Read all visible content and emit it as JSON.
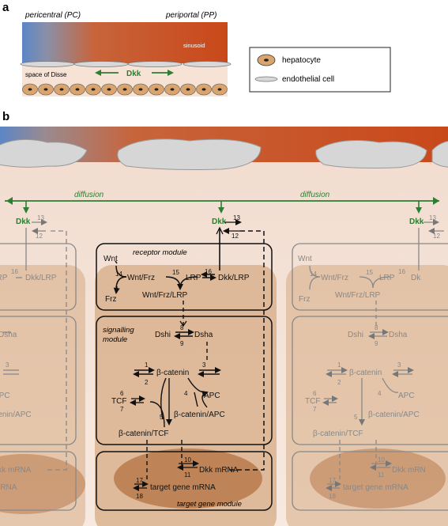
{
  "panel_a": {
    "label": "a",
    "pericentral": "pericentral (PC)",
    "periportal": "periportal (PP)",
    "sinusoid": "sinusoid",
    "space_of_disse": "space of Disse",
    "dkk": "Dkk",
    "legend": {
      "hepatocyte": "hepatocyte",
      "endothelial_cell": "endothelial cell"
    }
  },
  "panel_b": {
    "label": "b",
    "diffusion_left": "diffusion",
    "diffusion_right": "diffusion",
    "dkk_left": "Dkk",
    "dkk_center": "Dkk",
    "dkk_right": "Dkk",
    "receptor_module": "receptor module",
    "signalling_module_1": "signalling",
    "signalling_module_2": "module",
    "target_gene_module": "target gene module",
    "species": {
      "wnt": "Wnt",
      "frz": "Frz",
      "wnt_frz": "Wnt/Frz",
      "lrp": "LRP",
      "dkk_lrp": "Dkk/LRP",
      "wnt_frz_lrp": "Wnt/Frz/LRP",
      "dsh_i": "Dshi",
      "dsh_a": "Dsha",
      "beta_catenin": "β-catenin",
      "apc": "APC",
      "tcf": "TCF",
      "beta_catenin_apc": "β-catenin/APC",
      "beta_catenin_tcf": "β-catenin/TCF",
      "dkk_mrna": "Dkk mRNA",
      "target_gene_mrna": "target gene mRNA"
    },
    "left_partial": {
      "lrp": "LRP",
      "dkk_lrp": "Dkk/LRP",
      "dsh_a": "Dsha",
      "apc": "APC",
      "catenin_apc": "catenin/APC",
      "dkk_mrna": "Dkk mRNA",
      "mrna": "mRNA"
    },
    "right_partial": {
      "dkk_lrp": "Dk",
      "dkk_mrna": "Dkk mRN",
      "target_gene_mrna": "target gene mRNA"
    },
    "reactions": [
      "1",
      "2",
      "3",
      "4",
      "5",
      "6",
      "7",
      "8",
      "9",
      "10",
      "11",
      "12",
      "13",
      "14",
      "15",
      "16",
      "17",
      "18"
    ]
  }
}
